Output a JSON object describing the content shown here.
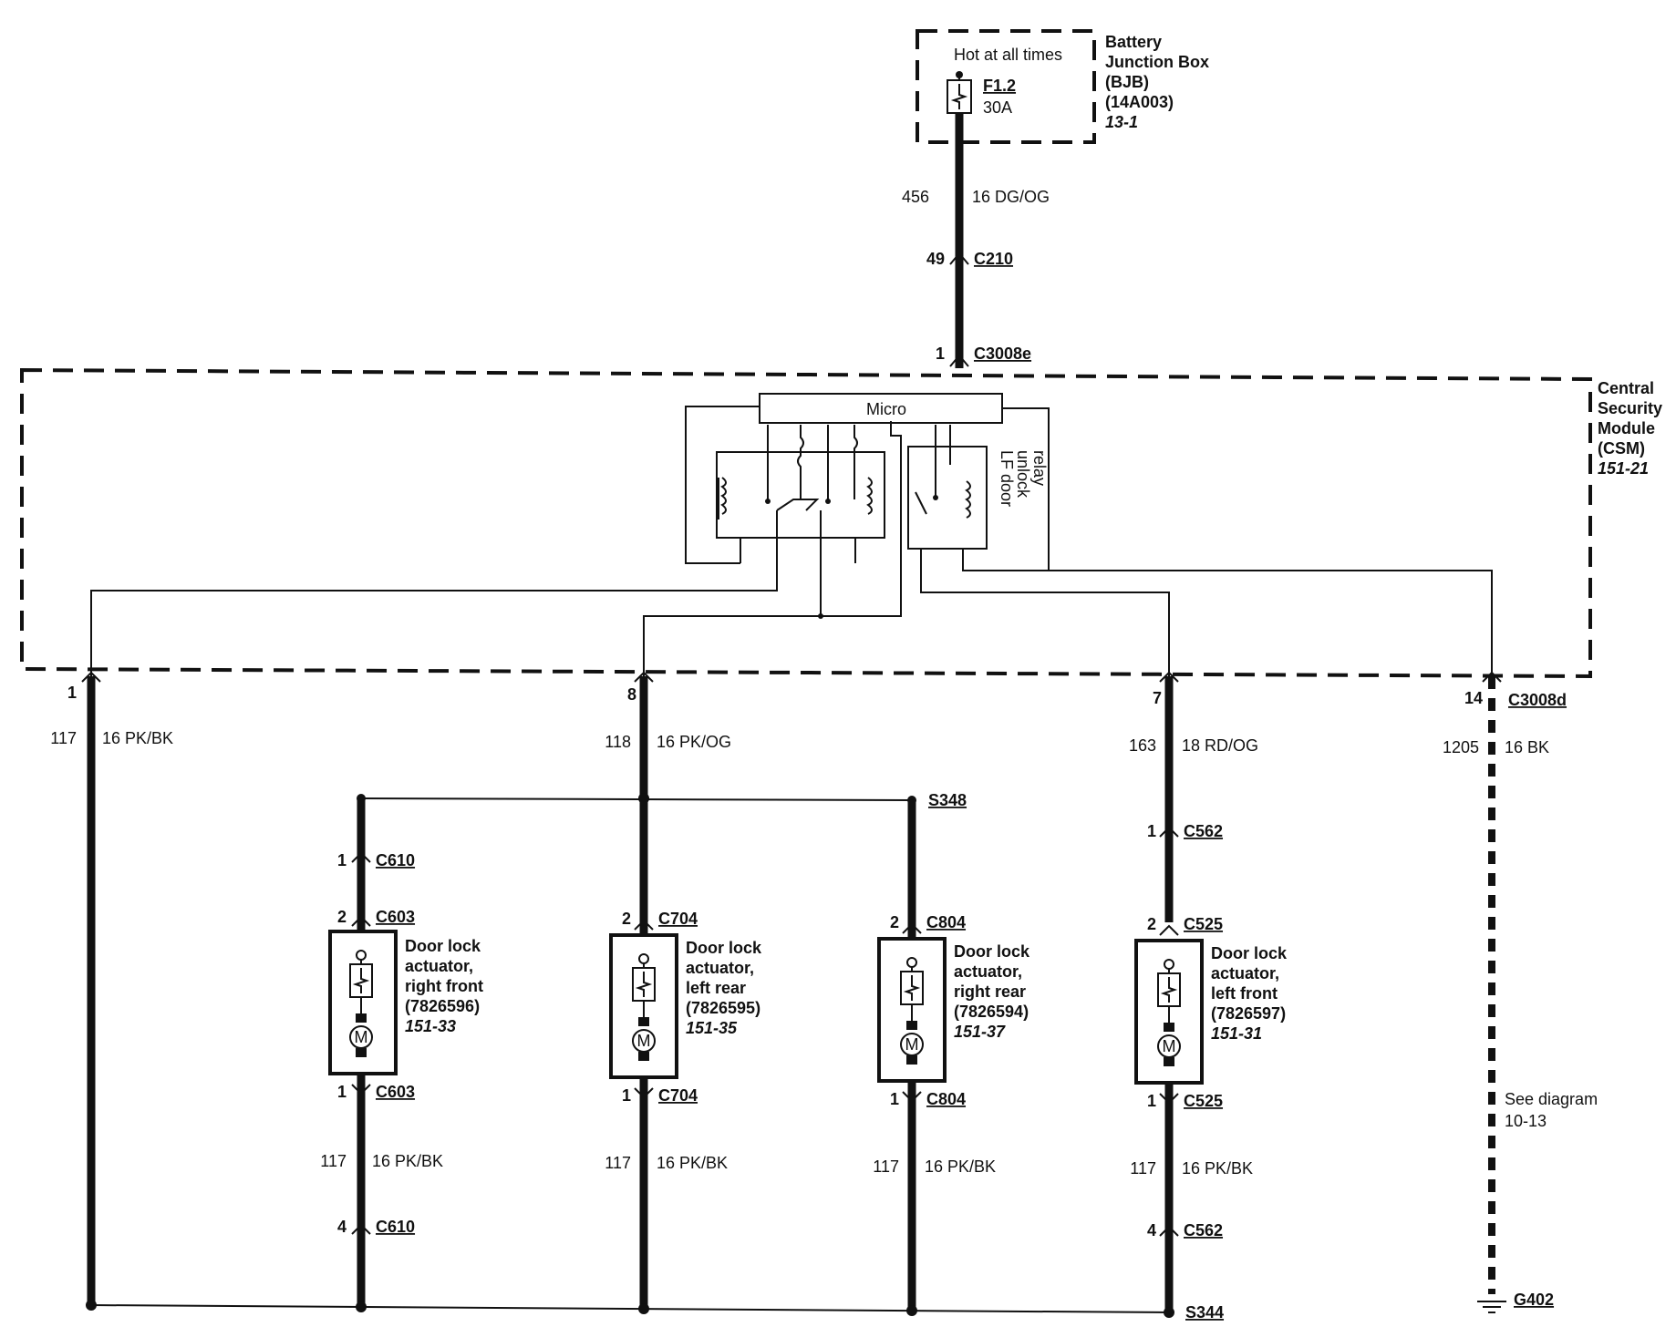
{
  "bjb": {
    "hot_label": "Hot at all times",
    "fuse_name": "F1.2",
    "fuse_rating": "30A",
    "title_lines": [
      "Battery",
      "Junction Box",
      "(BJB)",
      "(14A003)"
    ],
    "ref": "13-1"
  },
  "feed_wire": {
    "circuit": "456",
    "spec": "16  DG/OG"
  },
  "c210": {
    "pin": "49",
    "name": "C210"
  },
  "c3008e": {
    "pin": "1",
    "name": "C3008e"
  },
  "csm": {
    "title_lines": [
      "Central",
      "Security",
      "Module",
      "(CSM)"
    ],
    "ref": "151-21",
    "micro_label": "Micro",
    "relay_label_lines": [
      "LF door",
      "unlock",
      "relay"
    ]
  },
  "csm_pins": {
    "p1": "1",
    "p8": "8",
    "p7": "7",
    "p14": "14",
    "connector": "C3008d"
  },
  "top_wires": [
    {
      "circuit": "117",
      "spec": "16  PK/BK"
    },
    {
      "circuit": "118",
      "spec": "16  PK/OG"
    },
    {
      "circuit": "163",
      "spec": "18  RD/OG"
    },
    {
      "circuit": "1205",
      "spec": "16  BK"
    }
  ],
  "splices": {
    "s348": "S348",
    "s344": "S344",
    "g402": "G402"
  },
  "c562_top": {
    "pin": "1",
    "name": "C562"
  },
  "actuators": [
    {
      "upper_conn1": {
        "pin": "1",
        "name": "C610"
      },
      "upper_conn2": {
        "pin": "2",
        "name": "C603"
      },
      "lines": [
        "Door lock",
        "actuator,",
        "right front",
        "(7826596)"
      ],
      "ref": "151-33",
      "lower_conn": {
        "pin": "1",
        "name": "C603"
      },
      "wire": {
        "circuit": "117",
        "spec": "16  PK/BK"
      },
      "bottom_conn": {
        "pin": "4",
        "name": "C610"
      }
    },
    {
      "upper_conn2": {
        "pin": "2",
        "name": "C704"
      },
      "lines": [
        "Door lock",
        "actuator,",
        "left rear",
        "(7826595)"
      ],
      "ref": "151-35",
      "lower_conn": {
        "pin": "1",
        "name": "C704"
      },
      "wire": {
        "circuit": "117",
        "spec": "16  PK/BK"
      }
    },
    {
      "upper_conn2": {
        "pin": "2",
        "name": "C804"
      },
      "lines": [
        "Door lock",
        "actuator,",
        "right rear",
        "(7826594)"
      ],
      "ref": "151-37",
      "lower_conn": {
        "pin": "1",
        "name": "C804"
      },
      "wire": {
        "circuit": "117",
        "spec": "16  PK/BK"
      }
    },
    {
      "upper_conn2": {
        "pin": "2",
        "name": "C525"
      },
      "lines": [
        "Door lock",
        "actuator,",
        "left front",
        "(7826597)"
      ],
      "ref": "151-31",
      "lower_conn": {
        "pin": "1",
        "name": "C525"
      },
      "wire": {
        "circuit": "117",
        "spec": "16  PK/BK"
      },
      "bottom_conn": {
        "pin": "4",
        "name": "C562"
      }
    }
  ],
  "see_diagram": [
    "See diagram",
    "10-13"
  ],
  "motor_symbol": "M"
}
